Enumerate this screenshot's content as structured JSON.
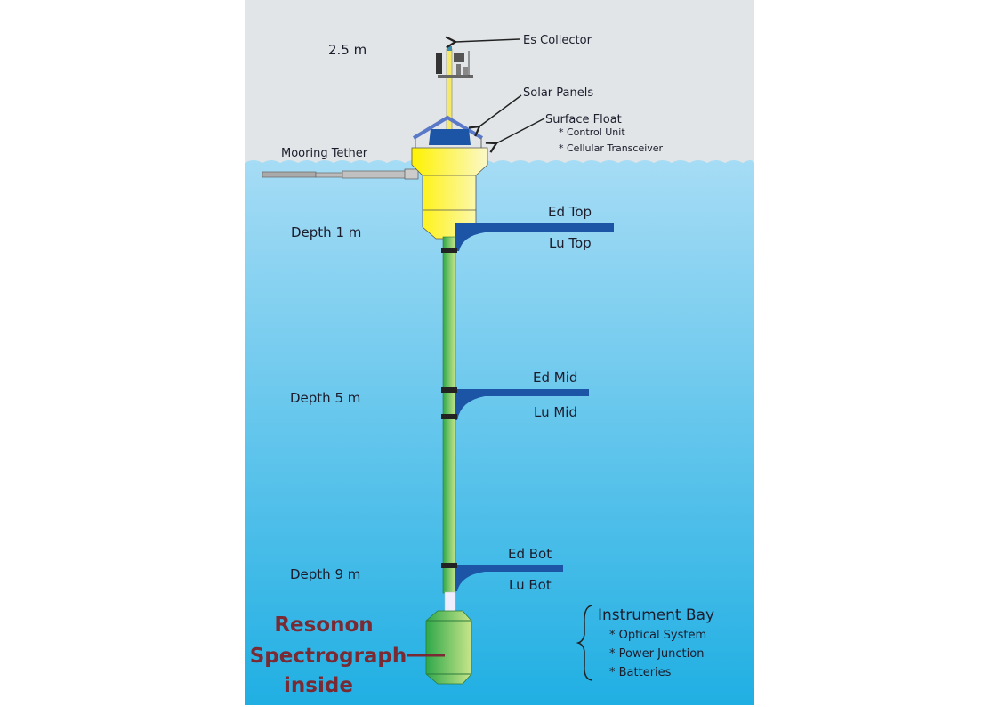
{
  "labels": {
    "height": "2.5 m",
    "es_collector": "Es Collector",
    "solar_panels": "Solar Panels",
    "surface_float": "Surface Float",
    "surface_float_items": [
      "* Control Unit",
      "* Cellular Transceiver"
    ],
    "mooring_tether": "Mooring Tether",
    "depth_1": "Depth 1 m",
    "depth_5": "Depth 5 m",
    "depth_9": "Depth 9 m",
    "ed_top": "Ed Top",
    "lu_top": "Lu Top",
    "ed_mid": "Ed Mid",
    "lu_mid": "Lu Mid",
    "ed_bot": "Ed Bot",
    "lu_bot": "Lu Bot",
    "resonon": [
      "Resonon",
      "Spectrograph",
      "inside"
    ],
    "instrument_bay": "Instrument Bay",
    "instrument_bay_items": [
      "* Optical System",
      "* Power Junction",
      "* Batteries"
    ]
  },
  "colors": {
    "sky": "#e1e5e7",
    "water_top": "#a6dcf5",
    "water_bottom": "#20afe3",
    "float": "#f7ee6a",
    "pole": "#5fb54a",
    "arm": "#1d55a6",
    "resonon_text": "#7a2a33"
  }
}
